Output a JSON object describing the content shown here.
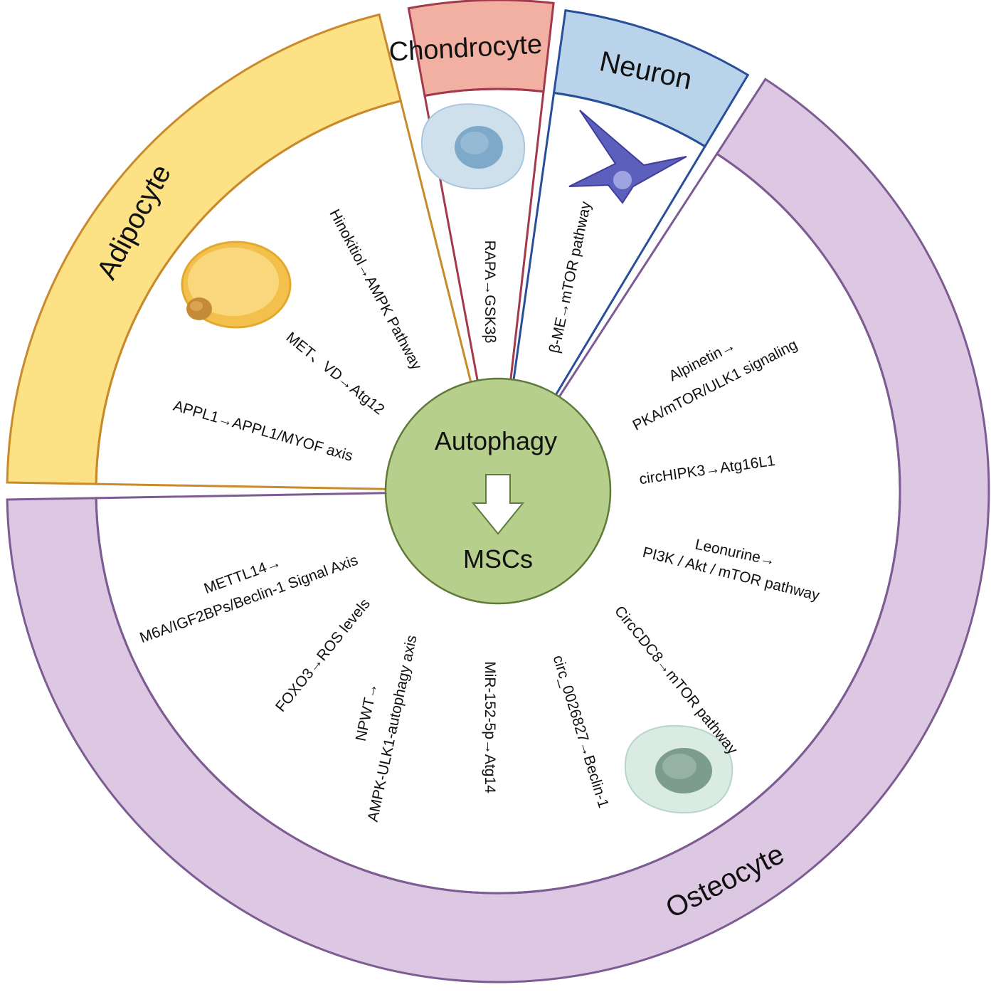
{
  "colors": {
    "adipocyte": "#fde185",
    "adipocyte_stroke": "#c88a2a",
    "chondrocyte": "#f1b0a2",
    "chondrocyte_stroke": "#a23a4c",
    "neuron": "#b9d4ea",
    "neuron_stroke": "#2a4f9a",
    "osteocyte": "#dcc8e2",
    "osteocyte_stroke": "#7d5b93",
    "center_fill": "#b6cf8c",
    "center_stroke": "#5f7a3a"
  },
  "sectors": {
    "adipocyte": "Adipocyte",
    "chondrocyte": "Chondrocyte",
    "neuron": "Neuron",
    "osteocyte": "Osteocyte"
  },
  "center": {
    "top": "Autophagy",
    "bottom": "MSCs",
    "arrow_icon": "down-arrow-icon"
  },
  "cell_icons": {
    "adipocyte": "adipocyte-cell-icon",
    "chondrocyte": "chondrocyte-cell-icon",
    "neuron": "neuron-cell-icon",
    "osteocyte": "osteocyte-cell-icon"
  },
  "pathways": {
    "hinokitiol": "Hinokitiol→AMPK Pathway",
    "met_vd": "MET、VD→Atg12",
    "appl1": "APPL1→APPL1/MYOF axis",
    "rapa": "RAPA→GSK3β",
    "bme": "β-ME→mTOR pathway",
    "alpinetin_1": "Alpinetin→",
    "alpinetin_2": "PKA/mTOR/ULK1 signaling",
    "circhipk3": "circHIPK3→Atg16L1",
    "leonurine_1": "Leonurine→",
    "leonurine_2": "PI3K / Akt / mTOR pathway",
    "circcdc8": "CircCDC8→mTOR pathway",
    "circ0026827": "circ_0026827→Beclin-1",
    "mir152": "MiR-152-5p→Atg14",
    "npwt_1": "NPWT→",
    "npwt_2": "AMPK-ULK1-autophagy axis",
    "foxo3": "FOXO3→ROS levels",
    "mettl14_1": "METTL14→",
    "mettl14_2": "M6A/IGF2BPs/Beclin-1 Signal Axis"
  }
}
